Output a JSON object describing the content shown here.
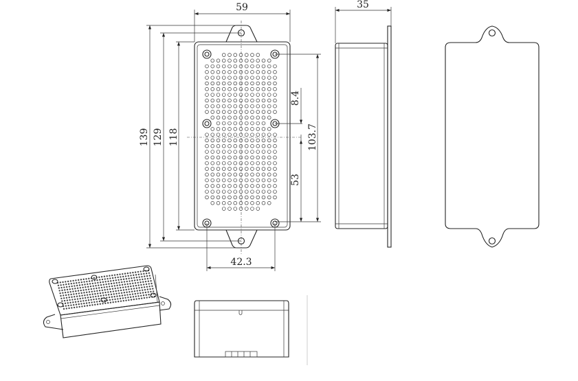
{
  "title": "Enclosure dimension drawing",
  "dimensions": {
    "width": "59",
    "depth": "35",
    "overall_length": "139",
    "hole_spacing": "129",
    "body_length": "118",
    "screw_spacing_vertical": "103.7",
    "screw_offset": "8.4",
    "lower_span": "53",
    "screw_spacing_horizontal": "42.3"
  },
  "colors": {
    "line": "#222222",
    "background": "#ffffff"
  }
}
